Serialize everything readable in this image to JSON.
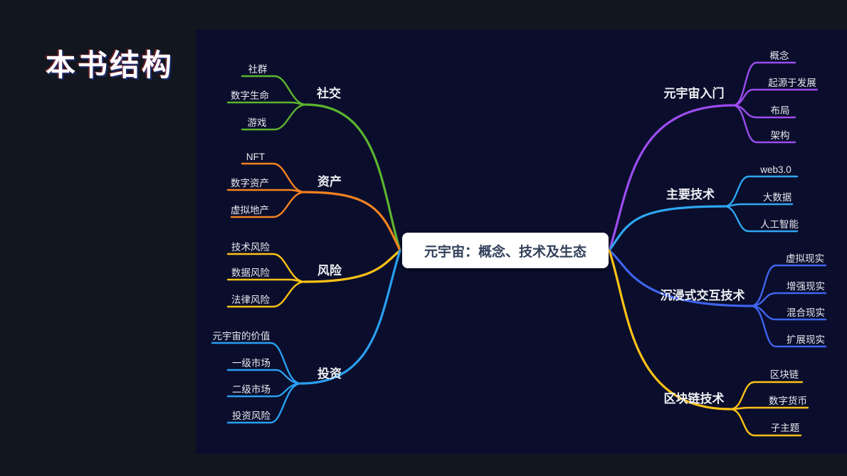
{
  "page": {
    "title": "本书结构"
  },
  "colors": {
    "page_bg": "#12161f",
    "panel_bg": "#0a0e2c",
    "root_bg": "#ffffff",
    "root_text": "#33415c",
    "label_text": "#edeff3"
  },
  "mindmap": {
    "root": "元宇宙：概念、技术及生态",
    "left_branches": [
      {
        "label": "社交",
        "color": "#5cb52e",
        "children": [
          "社群",
          "数字生命",
          "游戏"
        ]
      },
      {
        "label": "资产",
        "color": "#f58220",
        "children": [
          "NFT",
          "数字资产",
          "虚拟地产"
        ]
      },
      {
        "label": "风险",
        "color": "#ffc216",
        "children": [
          "技术风险",
          "数据风险",
          "法律风险"
        ]
      },
      {
        "label": "投资",
        "color": "#2a9ff0",
        "children": [
          "元宇宙的价值",
          "一级市场",
          "二级市场",
          "投资风险"
        ]
      }
    ],
    "right_branches": [
      {
        "label": "元宇宙入门",
        "color": "#9c4cf0",
        "children": [
          "概念",
          "起源于发展",
          "布局",
          "架构"
        ]
      },
      {
        "label": "主要技术",
        "color": "#2fa6f2",
        "children": [
          "web3.0",
          "大数据",
          "人工智能"
        ]
      },
      {
        "label": "沉浸式交互技术",
        "color": "#3f64ed",
        "children": [
          "虚拟现实",
          "增强现实",
          "混合现实",
          "扩展现实"
        ]
      },
      {
        "label": "区块链技术",
        "color": "#ffc216",
        "children": [
          "区块链",
          "数字货币",
          "子主题"
        ]
      }
    ]
  }
}
